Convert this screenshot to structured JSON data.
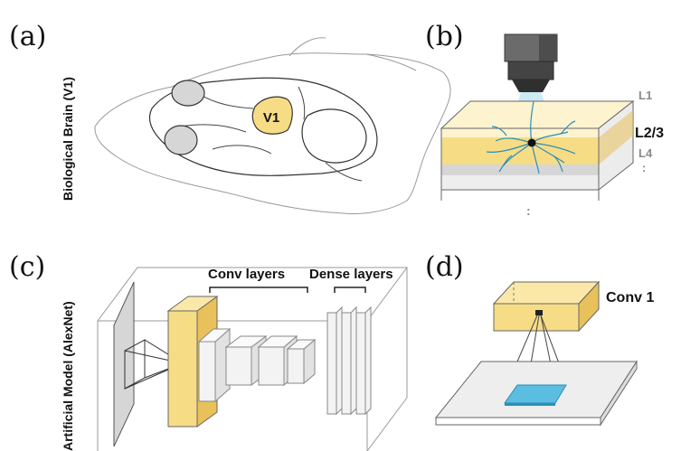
{
  "panels": {
    "a": {
      "label": "(a)",
      "region_label": "V1"
    },
    "b": {
      "label": "(b)",
      "layers": {
        "l1": "L1",
        "l23": "L2/3",
        "l4": "L4"
      },
      "continuation": ":",
      "continuation_below": ":"
    },
    "c": {
      "label": "(c)",
      "conv_label": "Conv layers",
      "dense_label": "Dense layers"
    },
    "d": {
      "label": "(d)",
      "conv1_label": "Conv 1"
    }
  },
  "side_labels": {
    "top": "Biological Brain (V1)",
    "bottom": "Artificial Model (AlexNet)"
  },
  "colors": {
    "yellow": "#f7dc86",
    "yellow_dark": "#e8c15a",
    "grey_face": "#d6d6d6",
    "blue": "#5bbde0",
    "neuron": "#2a8fb5"
  }
}
